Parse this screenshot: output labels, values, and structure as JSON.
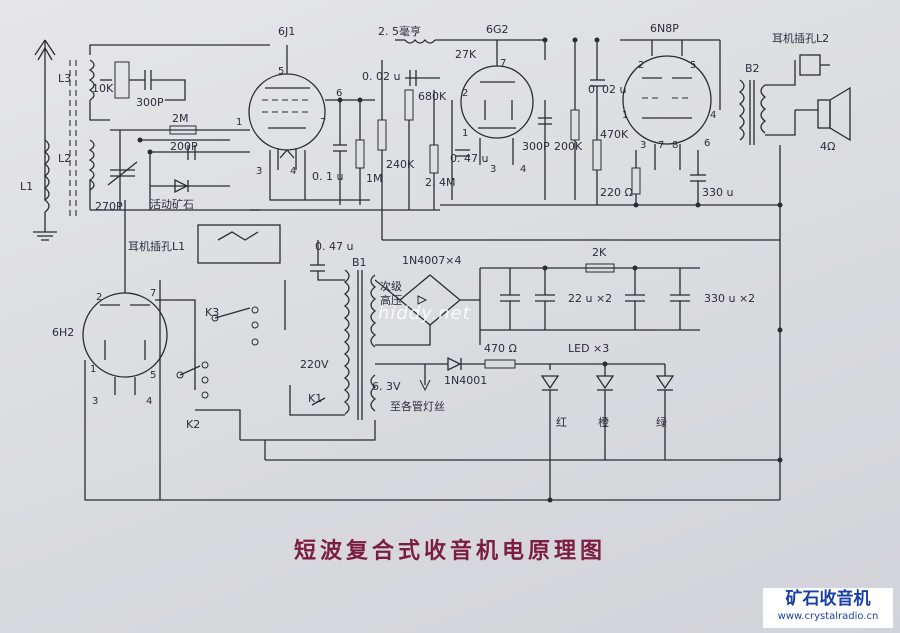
{
  "title": "短波复合式收音机电原理图",
  "watermark": "hiddy.net",
  "logo": {
    "cn": "矿石收音机",
    "en": "www.crystalradio.cn"
  },
  "tubes": [
    {
      "name": "6J1"
    },
    {
      "name": "6G2"
    },
    {
      "name": "6N8P"
    },
    {
      "name": "6H2"
    }
  ],
  "labels": {
    "l3": "L3",
    "l2": "L2",
    "l1": "L1",
    "c_10k": "10K",
    "c_300p_top": "300P",
    "r_2m": "2M",
    "c_200p": "200P",
    "c_270p": "270P",
    "detector": "活动矿石",
    "jack_l1": "耳机插孔L1",
    "c_01u": "0. 1 u",
    "r_1m": "1M",
    "choke": "2. 5毫亨",
    "c_002u_a": "0. 02 u",
    "r_680k": "680K",
    "r_240k": "240K",
    "r_24m": "2. 4M",
    "r_27k": "27K",
    "c_047u_a": "0. 47 u",
    "c_300p_b": "300P",
    "r_200k": "200K",
    "c_002u_b": "0. 02 u",
    "r_470k": "470K",
    "r_220": "220 Ω",
    "c_330u_a": "330 u",
    "b2": "B2",
    "jack_l2": "耳机插孔L2",
    "ohm4": "4Ω",
    "c_047u_b": "0. 47 u",
    "b1": "B1",
    "bridge": "1N4007×4",
    "secondary": "次级",
    "hv": "高压",
    "c_22u": "22 u ×2",
    "r_2k": "2K",
    "c_330u_b": "330 u ×2",
    "r_470": "470 Ω",
    "led": "LED ×3",
    "d_1n4001": "1N4001",
    "v_220": "220V",
    "v_63": "6. 3V",
    "heater": "至各管灯丝",
    "k1": "K1",
    "k2": "K2",
    "k3": "K3",
    "red": "红",
    "orange": "橙",
    "green": "绿"
  },
  "pins": {
    "t1_5": "5",
    "t1_6": "6",
    "t1_1": "1",
    "t1_3": "3",
    "t1_4": "4",
    "t1_7": "7",
    "t2_7": "7",
    "t2_2": "2",
    "t2_1": "1",
    "t2_3": "3",
    "t2_4": "4",
    "t3_2": "2",
    "t3_5": "5",
    "t3_1": "1",
    "t3_4": "4",
    "t3_3": "3",
    "t3_7": "7",
    "t3_6": "6",
    "t3_8": "8",
    "t4_2": "2",
    "t4_7": "7",
    "t4_1": "1",
    "t4_5": "5",
    "t4_3": "3",
    "t4_4": "4"
  },
  "colors": {
    "ink": "#2b2b33",
    "title": "#7b1d3e",
    "logo": "#1a3fa8"
  }
}
